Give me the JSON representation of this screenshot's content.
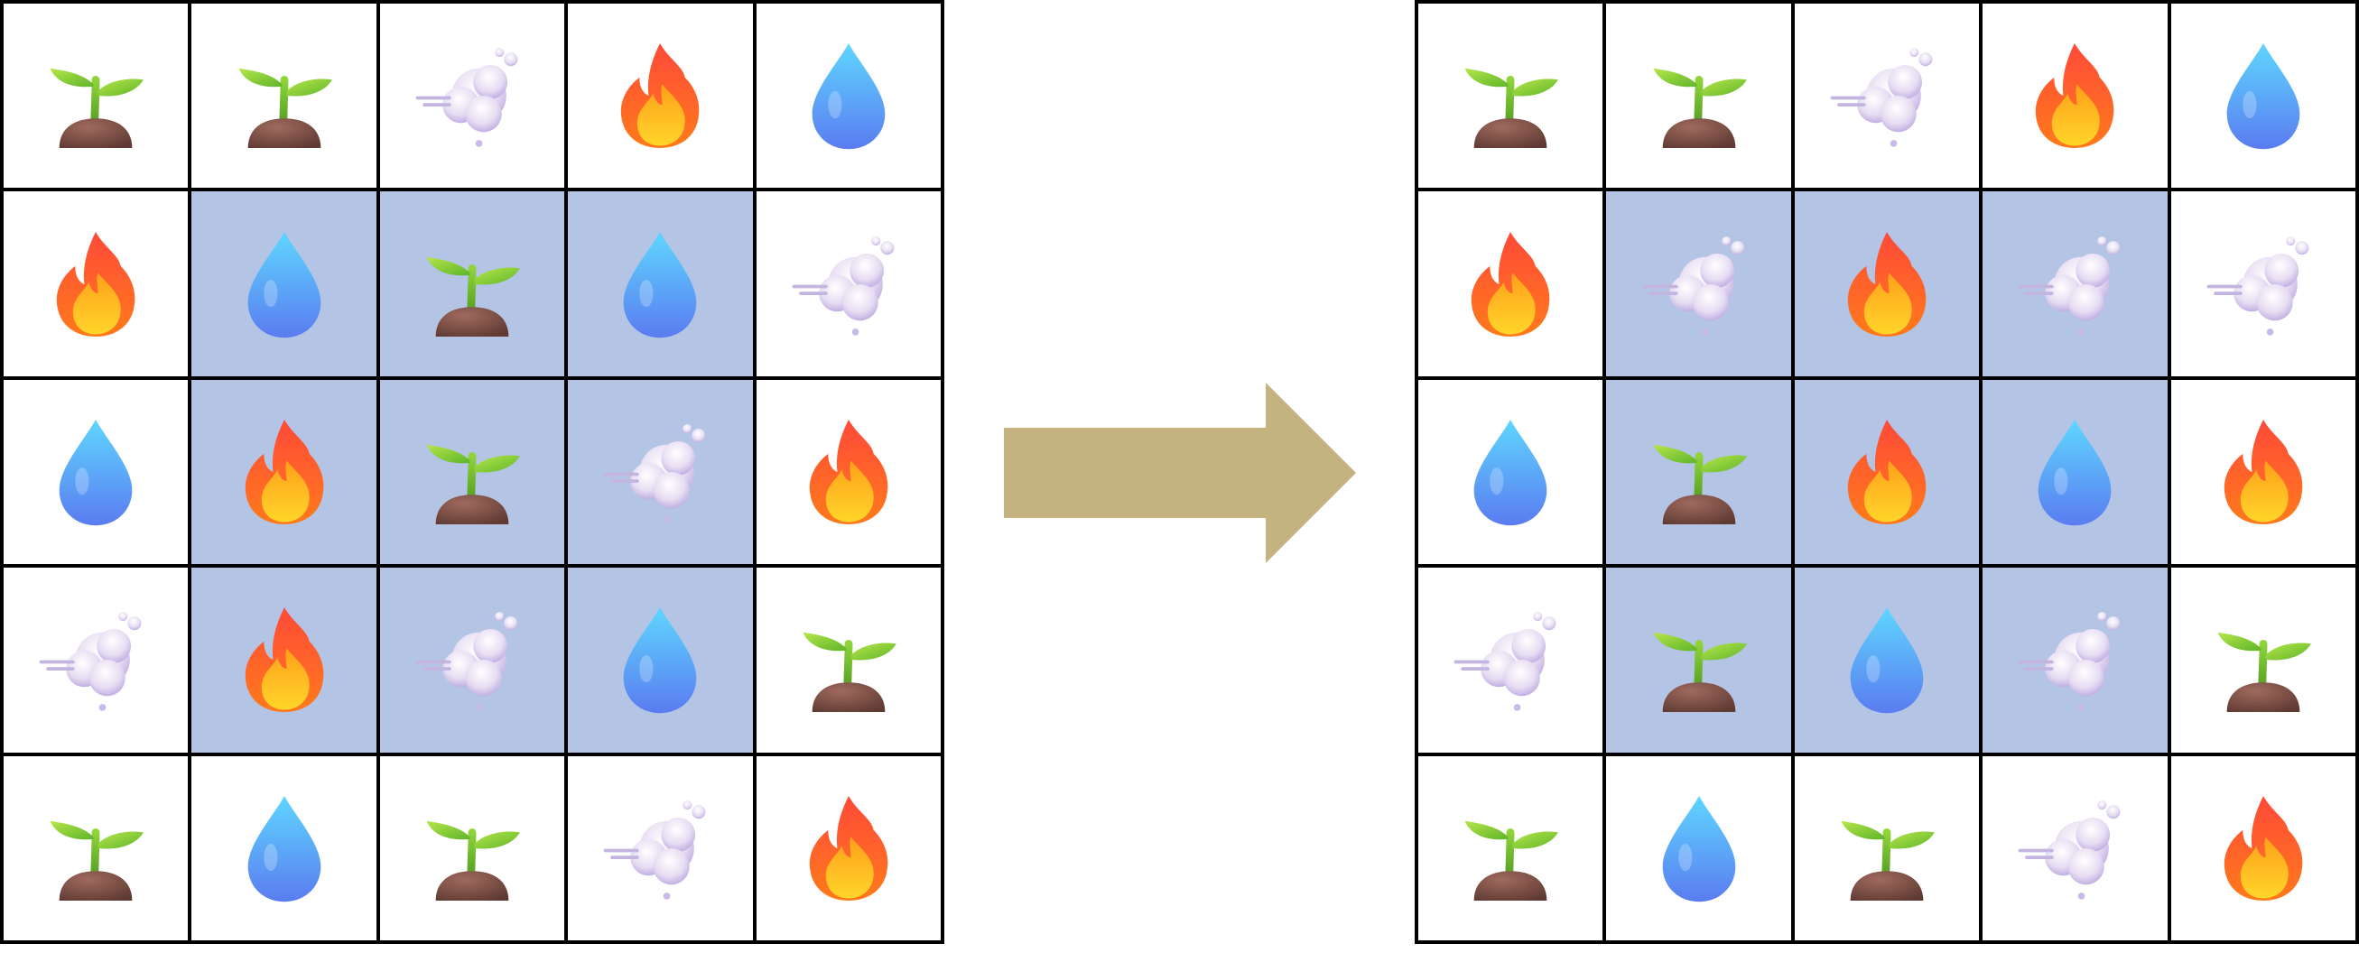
{
  "colors": {
    "highlight": "#b4c4e4",
    "grid_line": "#000000",
    "arrow": "#c4b380",
    "background": "#ffffff"
  },
  "icon_names": {
    "S": "sprout-icon",
    "F": "fire-icon",
    "W": "water-drop-icon",
    "A": "wind-cloud-icon"
  },
  "left_grid": {
    "cells": [
      [
        "S",
        "S",
        "A",
        "F",
        "W"
      ],
      [
        "F",
        "W",
        "S",
        "W",
        "A"
      ],
      [
        "W",
        "F",
        "S",
        "A",
        "F"
      ],
      [
        "A",
        "F",
        "A",
        "W",
        "S"
      ],
      [
        "S",
        "W",
        "S",
        "A",
        "F"
      ]
    ],
    "highlight_region": {
      "rows": [
        1,
        3
      ],
      "cols": [
        1,
        3
      ]
    }
  },
  "right_grid": {
    "cells": [
      [
        "S",
        "S",
        "A",
        "F",
        "W"
      ],
      [
        "F",
        "A",
        "F",
        "A",
        "A"
      ],
      [
        "W",
        "S",
        "F",
        "W",
        "F"
      ],
      [
        "A",
        "S",
        "W",
        "A",
        "S"
      ],
      [
        "S",
        "W",
        "S",
        "A",
        "F"
      ]
    ],
    "highlight_region": {
      "rows": [
        1,
        3
      ],
      "cols": [
        1,
        3
      ]
    }
  },
  "arrow": {
    "direction": "right"
  }
}
